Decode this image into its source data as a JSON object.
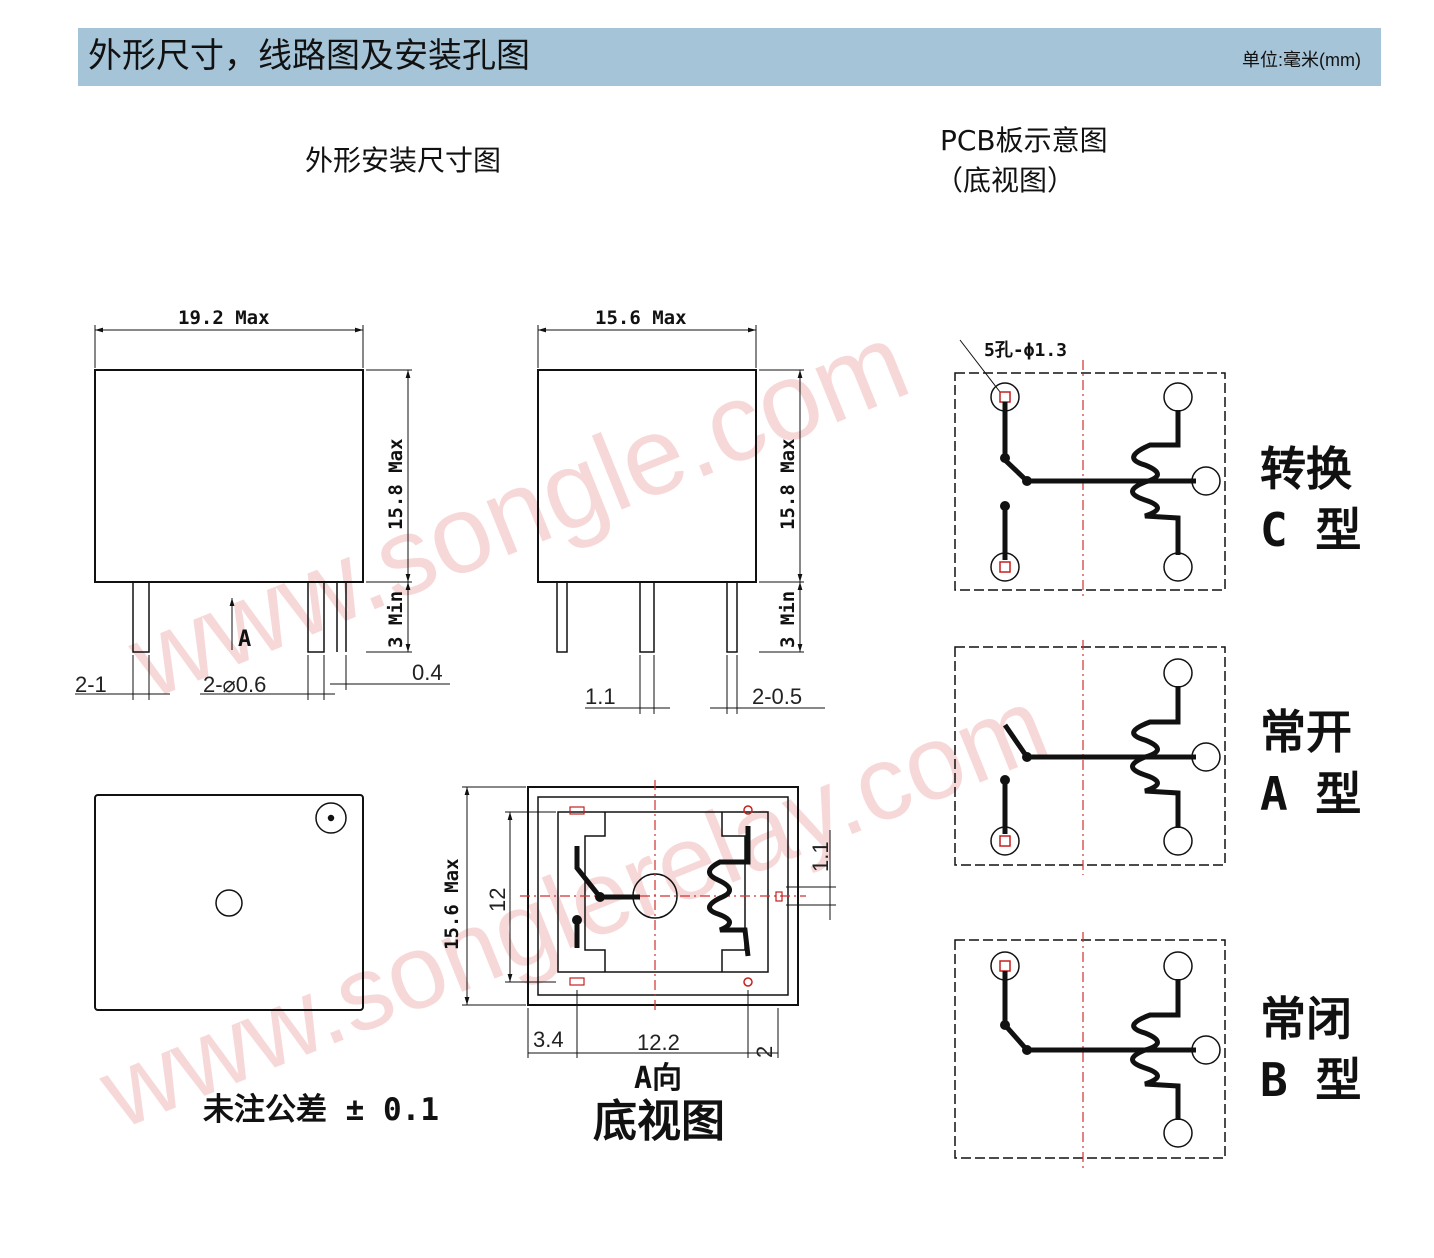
{
  "header": {
    "title": "外形尺寸，线路图及安装孔图",
    "unit": "单位:毫米(mm)"
  },
  "captions": {
    "outline": "外形安装尺寸图",
    "pcb_line1": "PCB板示意图",
    "pcb_line2": "（底视图）",
    "bottom_view_dir": "A向",
    "bottom_view": "底视图",
    "tolerance": "未注公差 ± 0.1"
  },
  "dimensions": {
    "front_width": "19.2 Max",
    "side_width": "15.6 Max",
    "height_front": "15.8 Max",
    "height_side": "15.8 Max",
    "pin_len_front": "3 Min",
    "pin_len_side": "3 Min",
    "arrow_a": "A",
    "pin_2_1": "2-1",
    "pin_dia": "2-⌀0.6",
    "pin_04": "0.4",
    "pin_11": "1.1",
    "pin_2_05": "2-0.5",
    "bv_height": "15.6 Max",
    "bv_12": "12",
    "bv_11": "1.1",
    "bv_34": "3.4",
    "bv_122": "12.2",
    "bv_2": "2",
    "holes": "5孔-ϕ1.3"
  },
  "types": [
    {
      "line1": "转换",
      "line2": "C 型"
    },
    {
      "line1": "常开",
      "line2": "A 型"
    },
    {
      "line1": "常闭",
      "line2": "B 型"
    }
  ],
  "watermarks": [
    "www.songle.com",
    "www.songlerelay.com"
  ],
  "colors": {
    "header": "#a6c4d8",
    "watermark": "#f2b9b9",
    "center_line": "#d23030"
  }
}
